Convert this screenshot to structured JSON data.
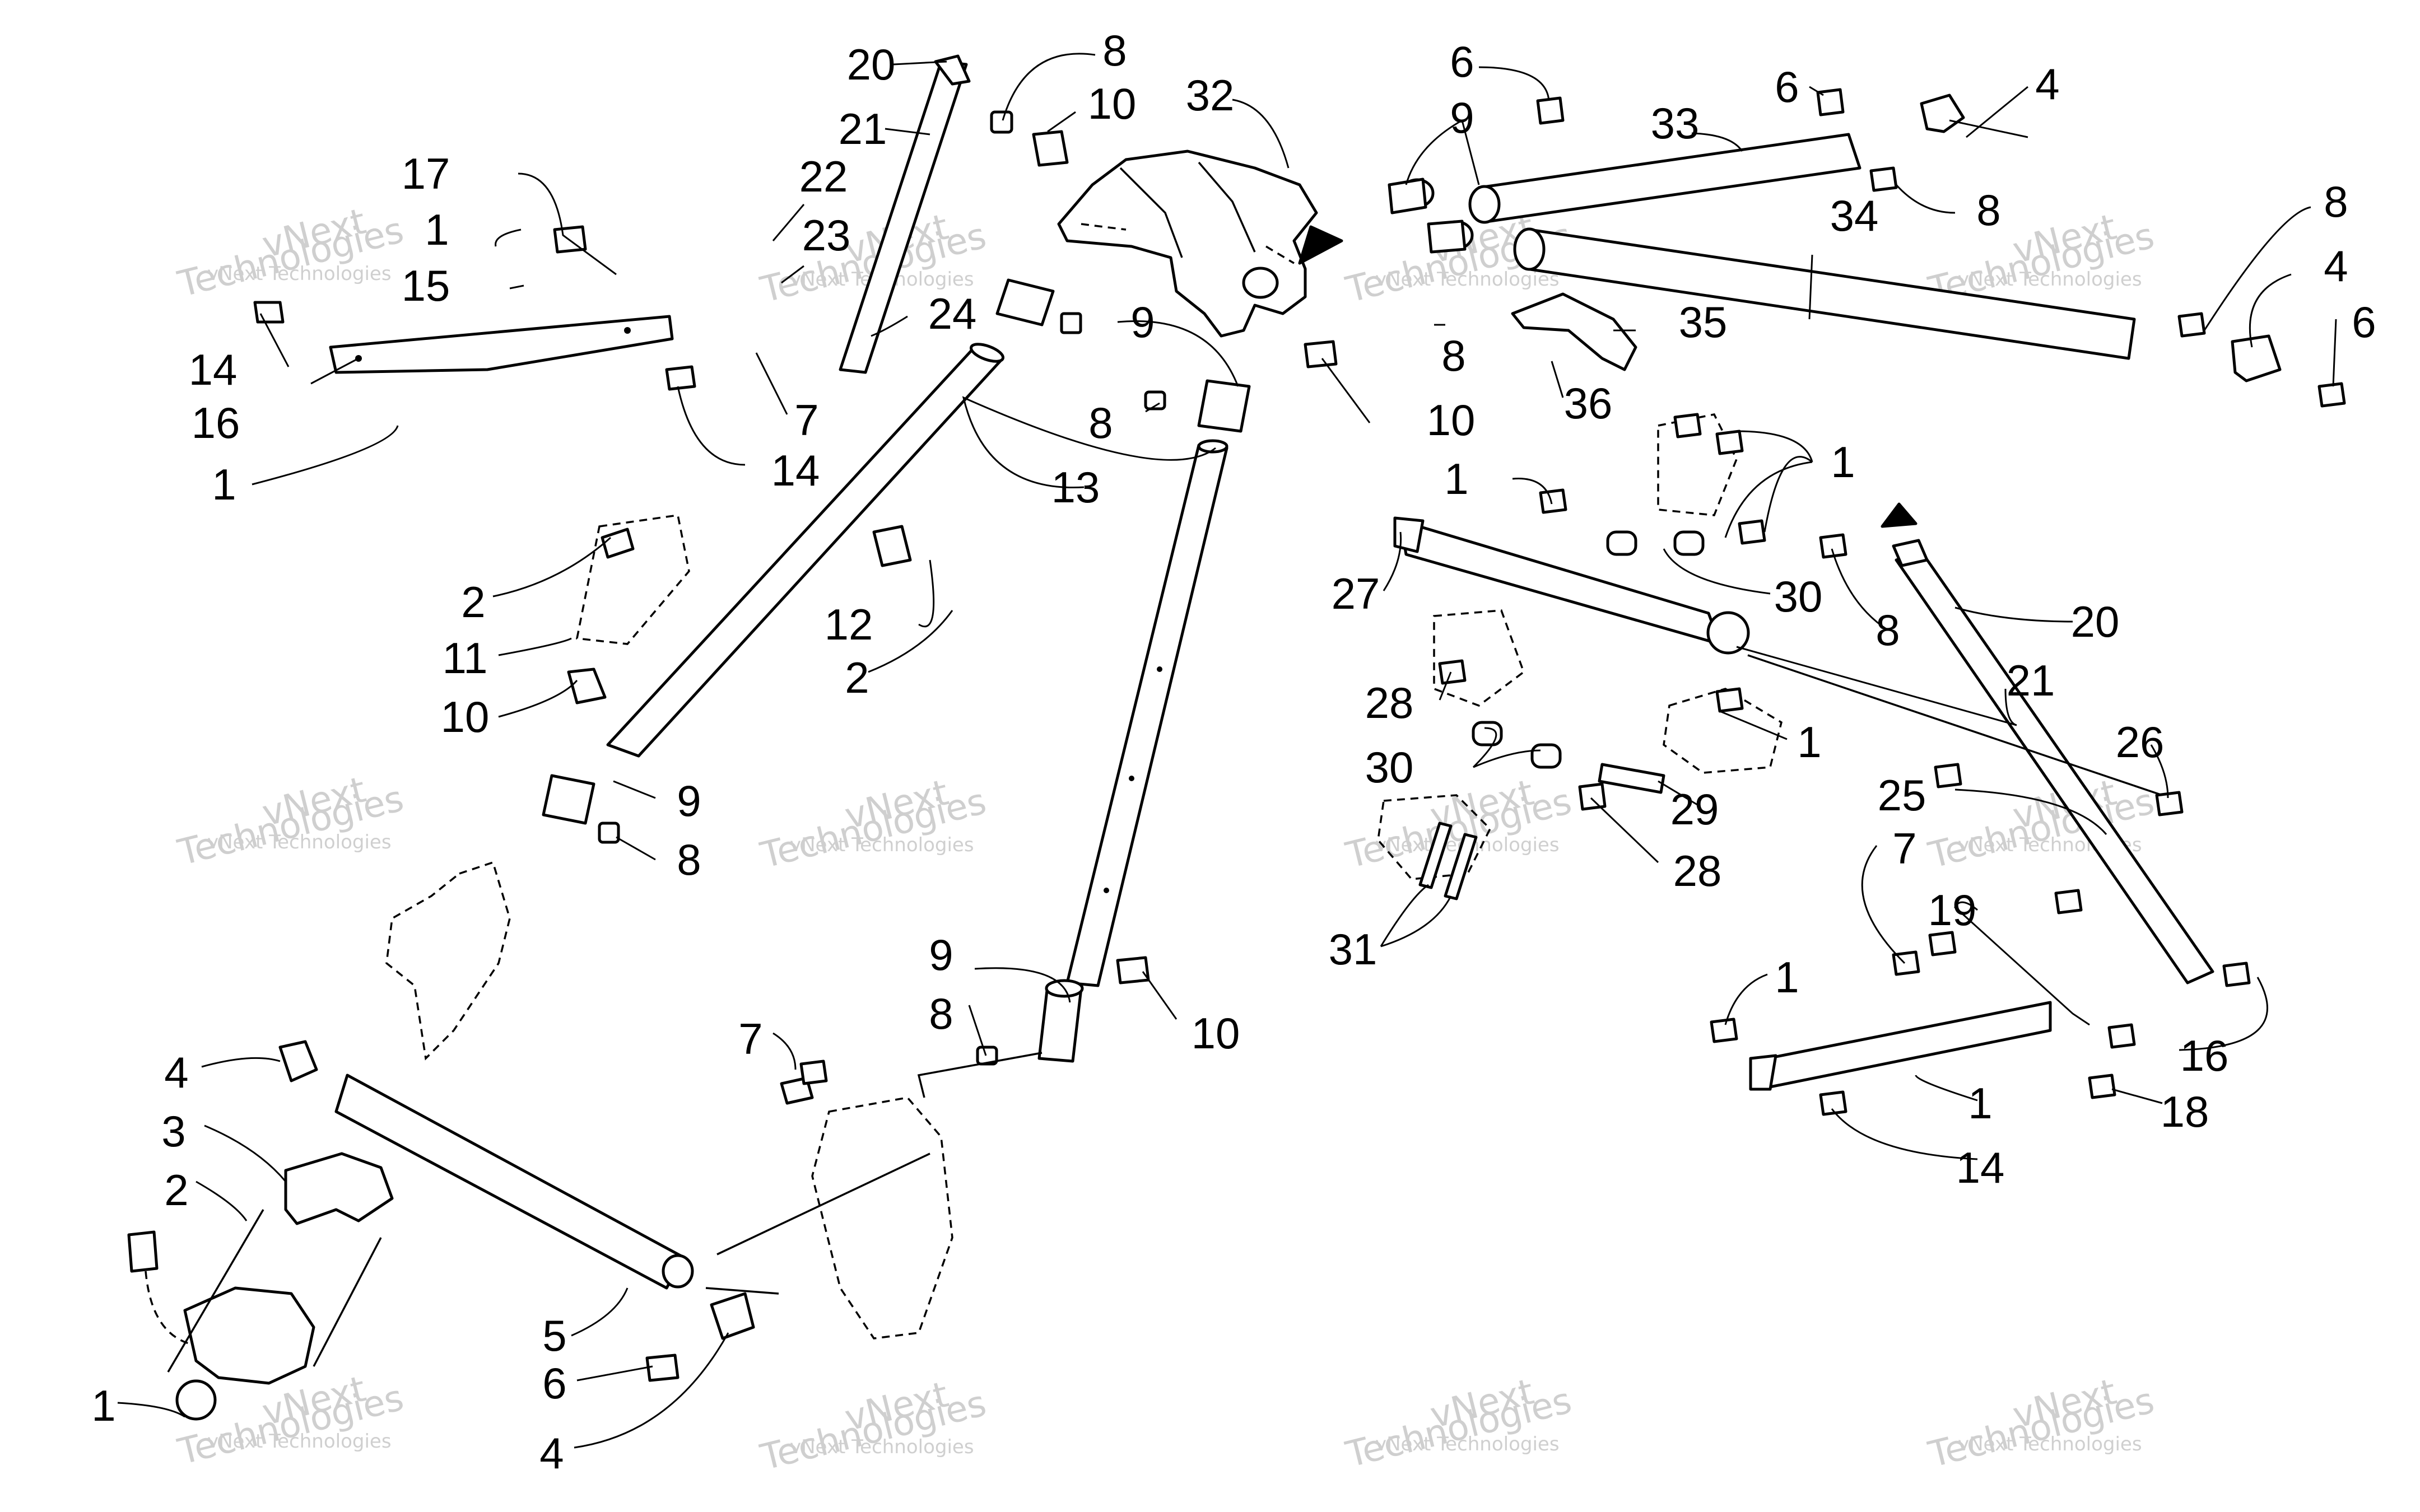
{
  "watermark": {
    "brand_line1": "vNext",
    "brand_line2": "Technologies",
    "caption": "vNext Technologies"
  },
  "callouts": [
    "20",
    "8",
    "21",
    "10",
    "32",
    "6",
    "9",
    "33",
    "6",
    "4",
    "22",
    "23",
    "8",
    "34",
    "8",
    "17",
    "1",
    "15",
    "24",
    "9",
    "35",
    "4",
    "6",
    "14",
    "16",
    "7",
    "8",
    "10",
    "8",
    "36",
    "1",
    "14",
    "13",
    "1",
    "1",
    "27",
    "30",
    "8",
    "20",
    "2",
    "12",
    "11",
    "2",
    "21",
    "10",
    "28",
    "1",
    "30",
    "29",
    "26",
    "9",
    "8",
    "28",
    "25",
    "7",
    "31",
    "19",
    "9",
    "8",
    "10",
    "1",
    "16",
    "1",
    "18",
    "14",
    "4",
    "3",
    "7",
    "2",
    "5",
    "6",
    "1",
    "4"
  ]
}
